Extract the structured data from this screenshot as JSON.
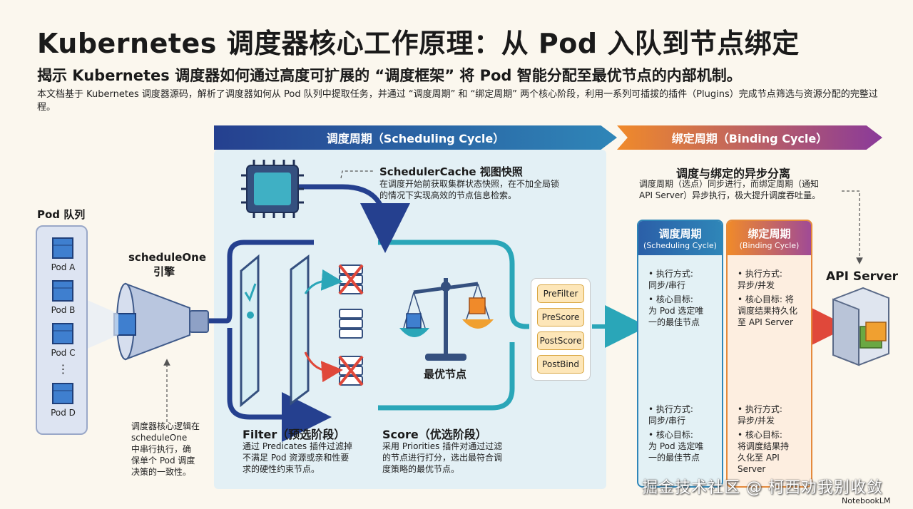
{
  "header": {
    "title": "Kubernetes 调度器核心工作原理：从 Pod 入队到节点绑定",
    "subtitle": "揭示 Kubernetes 调度器如何通过高度可扩展的 “调度框架” 将 Pod 智能分配至最优节点的内部机制。",
    "description": "本文档基于 Kubernetes 调度器源码，解析了调度器如何从 Pod 队列中提取任务，并通过 “调度周期” 和 “绑定周期” 两个核心阶段，利用一系列可插拔的插件（Plugins）完成节点筛选与资源分配的完整过程。"
  },
  "banners": {
    "scheduling": "调度周期（Scheduling Cycle）",
    "binding": "绑定周期（Binding Cycle）"
  },
  "queue": {
    "title": "Pod 队列",
    "pods": [
      "Pod A",
      "Pod B",
      "Pod C",
      "Pod D"
    ],
    "ellipsis": "⋮"
  },
  "engine": {
    "label_line1": "scheduleOne",
    "label_line2": "引擎",
    "note": [
      "调度器核心逻辑在",
      "scheduleOne",
      "中串行执行，确",
      "保单个 Pod 调度",
      "决策的一致性。"
    ]
  },
  "cache": {
    "title": "SchedulerCache 视图快照",
    "desc": [
      "在调度开始前获取集群状态快照，在不加全局锁",
      "的情况下实现高效的节点信息检索。"
    ]
  },
  "best_node": "最优节点",
  "filter": {
    "title": "Filter（预选阶段）",
    "desc": [
      "通过 Predicates 插件过滤掉",
      "不满足 Pod 资源或亲和性要",
      "求的硬性约束节点。"
    ]
  },
  "score": {
    "title": "Score（优选阶段）",
    "desc": [
      "采用 Priorities 插件对通过过滤",
      "的节点进行打分，选出最符合调",
      "度策略的最优节点。"
    ]
  },
  "plugins": [
    "PreFilter",
    "PreScore",
    "PostScore",
    "PostBind"
  ],
  "async": {
    "title": "调度与绑定的异步分离",
    "desc": [
      "调度周期（选点）同步进行，而绑定周期（通知",
      "API Server）异步执行，极大提升调度吞吐量。"
    ]
  },
  "sched_card": {
    "title": "调度周期",
    "subtitle": "(Scheduling Cycle)",
    "top": [
      "• 执行方式:",
      "同步/串行",
      "• 核心目标:",
      "为 Pod 选定唯",
      "一的最佳节点"
    ],
    "bottom": [
      "• 执行方式:",
      "同步/串行",
      "• 核心目标:",
      "为 Pod 选定唯",
      "一的最佳节点"
    ]
  },
  "bind_card": {
    "title": "绑定周期",
    "subtitle": "(Binding Cycle)",
    "top": [
      "• 执行方式:",
      "异步/并发",
      "• 核心目标: 将",
      "调度结果持久化",
      "至 API Server"
    ],
    "bottom": [
      "• 执行方式:",
      "异步/并发",
      "• 核心目标:",
      "将调度结果持",
      "久化至 API",
      "Server"
    ]
  },
  "api_server": "API Server",
  "watermark": "掘金技术社区 @ 柯西劝我别收敛",
  "brand": "NotebookLM",
  "colors": {
    "navy": "#25408f",
    "teal": "#2aa6b8",
    "orange": "#f08a2a",
    "purple": "#8a3a9a",
    "red": "#e0483a"
  }
}
